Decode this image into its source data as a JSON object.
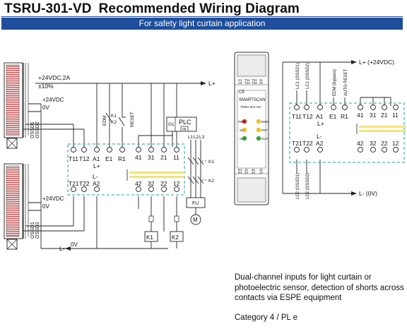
{
  "header": {
    "model": "TSRU-301-VD",
    "title": "Recommended Wiring Diagram",
    "banner": "For safety light curtain application"
  },
  "left_diagram": {
    "supply_top": "+24VDC,2A",
    "tolerance": "±10%",
    "l_plus": "L+",
    "l_minus": "L-",
    "zero_v": "0V",
    "curtain1_supply": "+24VDC",
    "curtain1_0v": "0V",
    "curtain2_supply": "+24VDC",
    "curtain2_0v": "0V",
    "ossd1": "OSSD1",
    "ossd2": "OSSD2",
    "edm": "EDM",
    "reset": "RESET",
    "k1": "K1",
    "k2": "K2",
    "plc_label": "PLC",
    "plc_in": "IN",
    "plc_g1": "G1",
    "l1": "L1",
    "l2": "L2",
    "l3": "L3",
    "fu": "FU",
    "motor": "M",
    "top_terminals": [
      "T11",
      "T12",
      "A1",
      "E1",
      "R1",
      "41",
      "31",
      "21",
      "11"
    ],
    "bottom_terminals": [
      "T21",
      "T22",
      "A2",
      "42",
      "32",
      "22",
      "12"
    ]
  },
  "right_diagram": {
    "brand": "SMARTSCAN",
    "device_model": "TSRU-301-VD",
    "top_strip_row1": [
      "A1",
      "T11",
      "T21",
      "41"
    ],
    "top_strip_row2": [
      "A2",
      "T12",
      "T22",
      "42"
    ],
    "bottom_strip_row1": [
      "E1",
      "21",
      "31",
      "11"
    ],
    "bottom_strip_row2": [
      "R1",
      "22",
      "32",
      "12"
    ],
    "led_labels": [
      "PWR",
      "EDM",
      "S1",
      "RST",
      "S2",
      "OUT"
    ],
    "l_plus": "L+ (+24VDC)",
    "l_minus": "L- (0V)",
    "lc1_ossd1": "LC1 (OSSD1)",
    "lc1_ossd2": "LC1 (OSSD2)",
    "edm_bypass": "EDM (bypass)",
    "auto_reset": "AUTO RESET",
    "lc2_ossd1": "LC2 (OSSD1)",
    "lc2_ossd2": "LC2 (OSSD2)",
    "top_terminals": [
      "T11",
      "T12",
      "A1",
      "E1",
      "R1",
      "41",
      "31",
      "21",
      "11"
    ],
    "a1_lplus": "L+",
    "bottom_terminals": [
      "T21",
      "T22",
      "A2",
      "42",
      "32",
      "22",
      "12"
    ],
    "a2_lminus": "L-"
  },
  "description": "Dual-channel inputs for light curtain or photoelectric sensor, detection of shorts across contacts via ESPE equipment",
  "category": "Category 4 / PL e",
  "colors": {
    "banner": "#1f4e9a",
    "dashed_box": "#1aa0a0",
    "highlight": "#f2e27a"
  }
}
